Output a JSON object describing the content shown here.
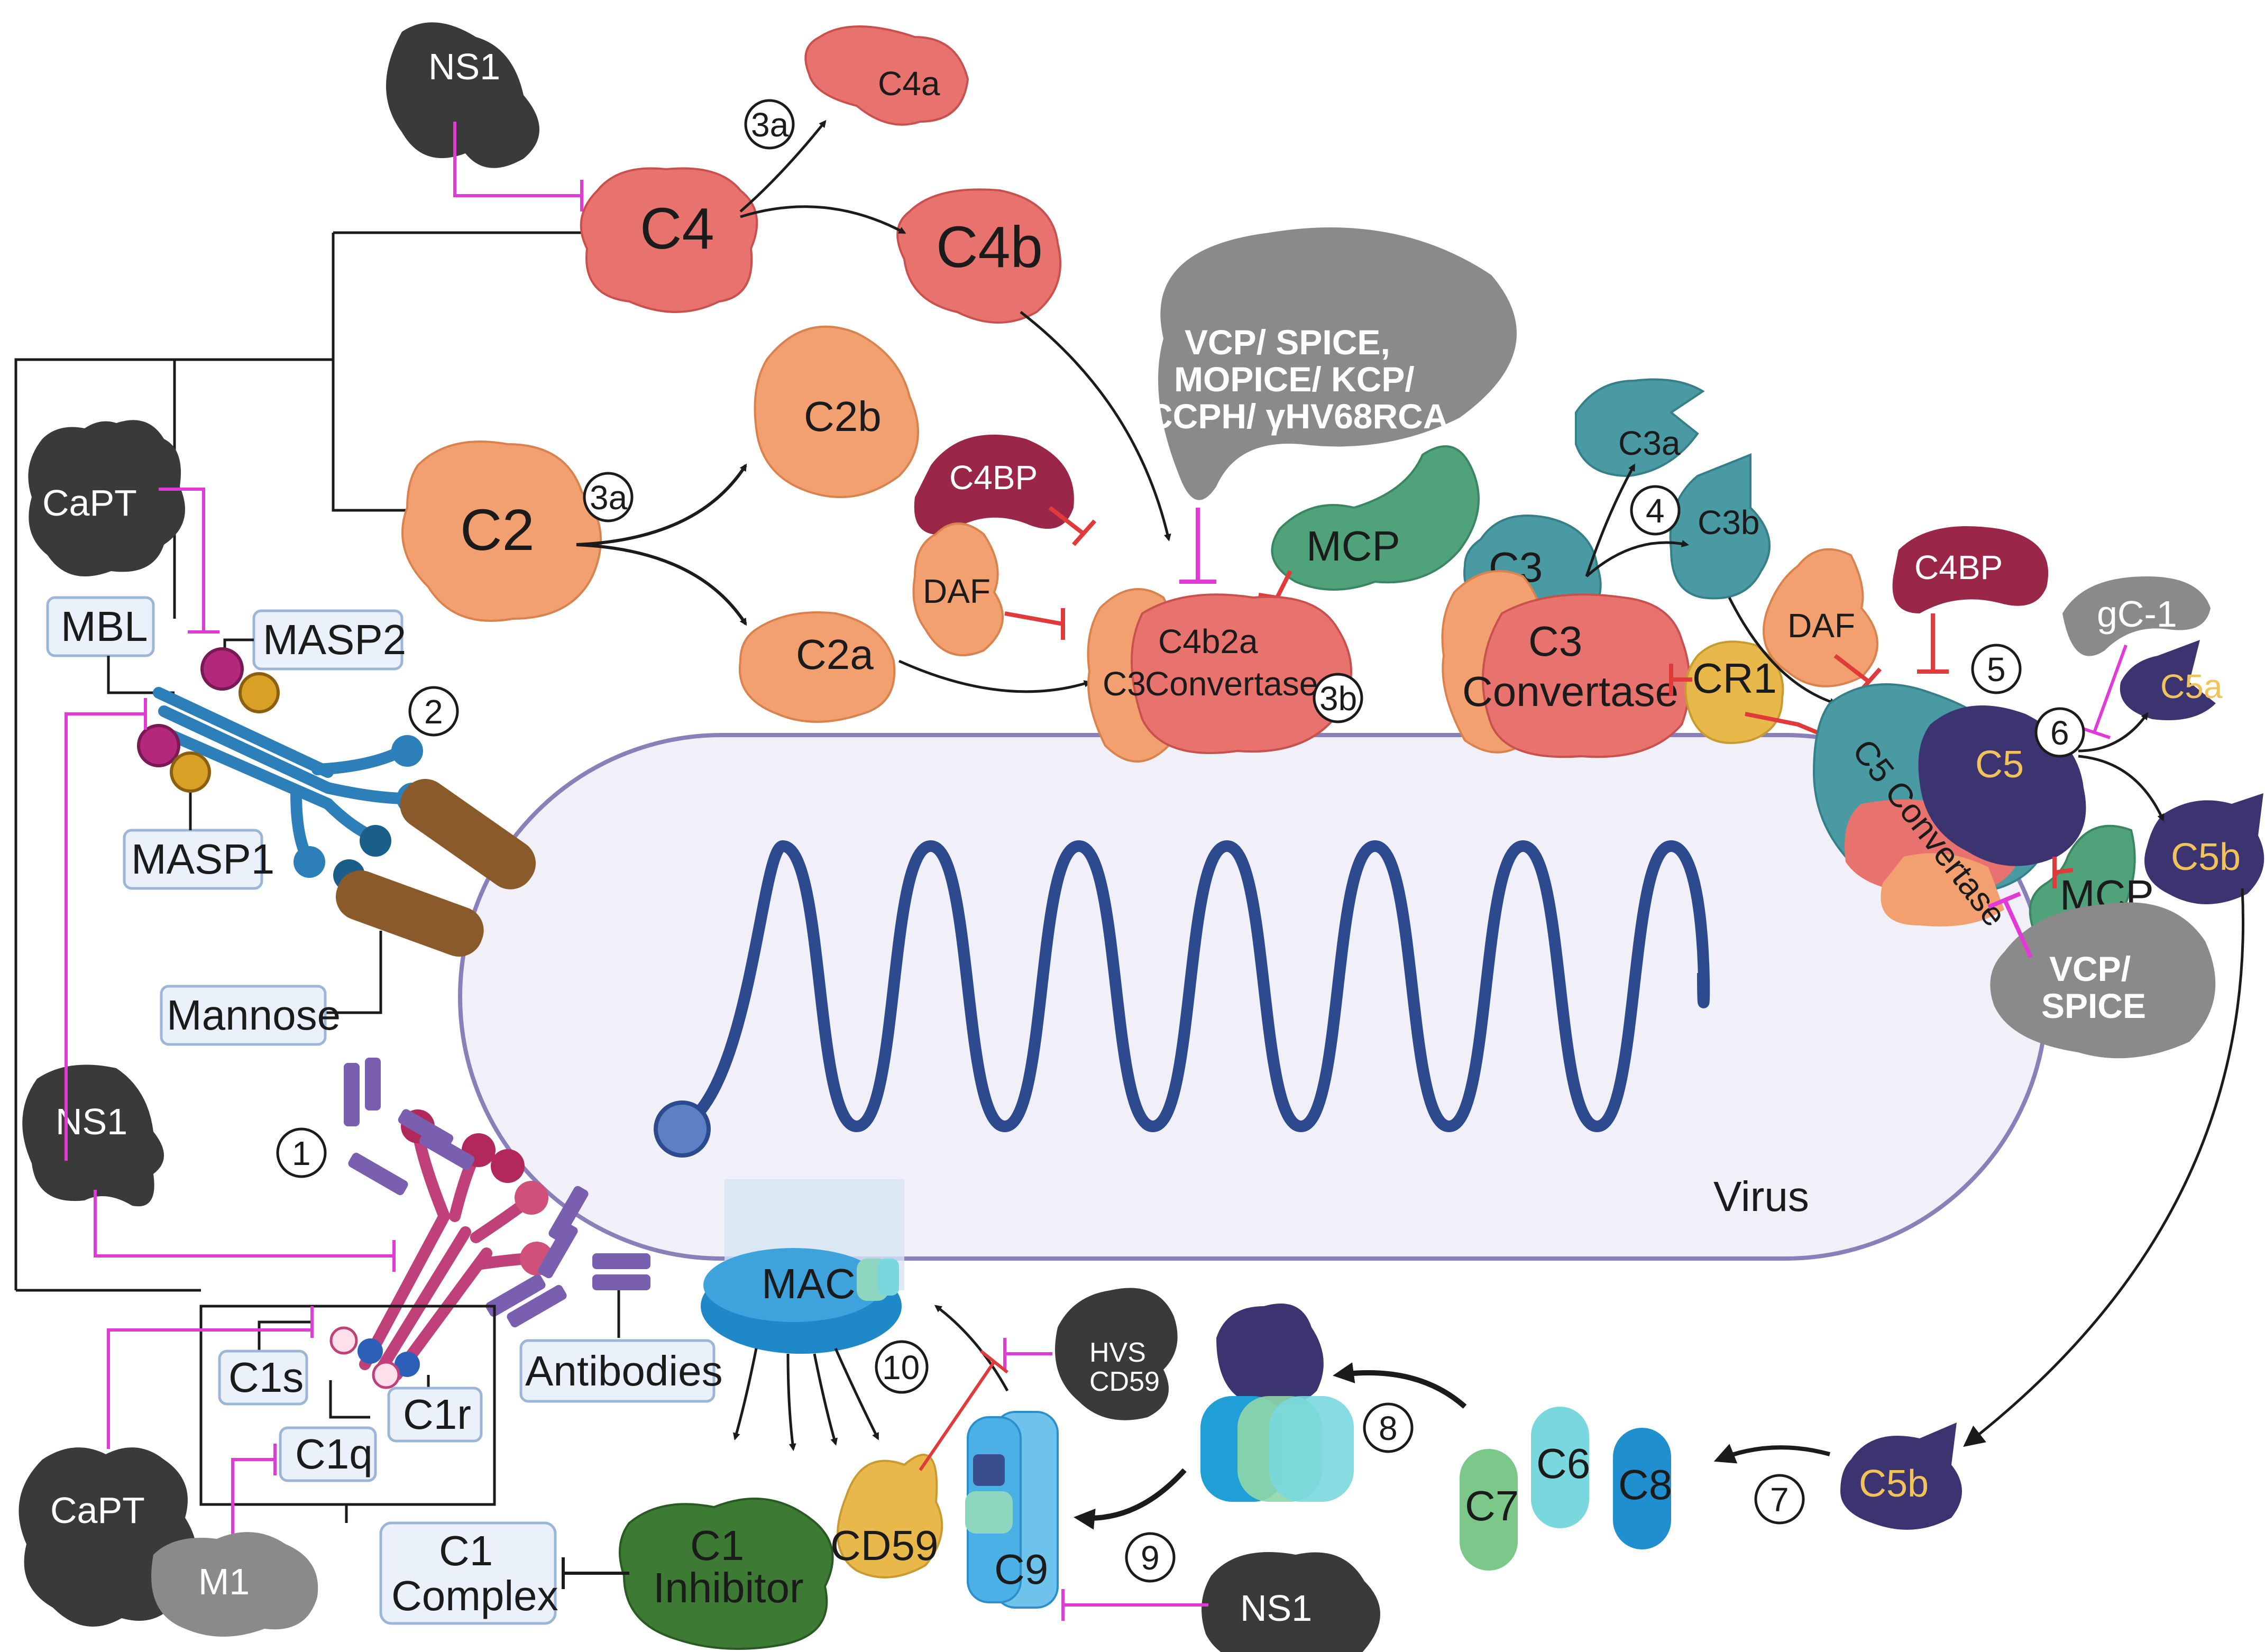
{
  "diagram": {
    "virus_label": "Virus",
    "proteins": {
      "ns1_top": "NS1",
      "c4": "C4",
      "c4a": "C4a",
      "c4b": "C4b",
      "c2": "C2",
      "c2b": "C2b",
      "c2a": "C2a",
      "c4bp_left": "C4BP",
      "daf_left": "DAF",
      "c4b2a_line1": "C4b2a",
      "c4b2a_c3": "C3",
      "c4b2a_line2": "Convertase",
      "vcp_cloud_line1": "VCP/ SPICE,",
      "vcp_cloud_line2": "MOPICE/ KCP/",
      "vcp_cloud_line3": "CCPH/ γHV68RCA",
      "mcp_top": "MCP",
      "c3a": "C3a",
      "c3b": "C3b",
      "c3": "C3",
      "c3_convertase_line1": "C3",
      "c3_convertase_line2": "Convertase",
      "cr1": "CR1",
      "daf_right": "DAF",
      "c4bp_right": "C4BP",
      "gc1": "gC-1",
      "c5a": "C5a",
      "c5": "C5",
      "c5_convertase": "C5 Convertase",
      "mcp_right": "MCP",
      "c5b_upper": "C5b",
      "vcp_right_line1": "VCP/",
      "vcp_right_line2": "SPICE",
      "capt_top": "CaPT",
      "mbl": "MBL",
      "masp2": "MASP2",
      "masp1": "MASP1",
      "mannose": "Mannose",
      "ns1_left": "NS1",
      "c1s": "C1s",
      "c1r": "C1r",
      "c1q": "C1q",
      "antibodies": "Antibodies",
      "capt_bottom": "CaPT",
      "m1": "M1",
      "c1_complex_line1": "C1",
      "c1_complex_line2": "Complex",
      "c1_inhibitor_line1": "C1",
      "c1_inhibitor_line2": "Inhibitor",
      "mac": "MAC",
      "hvs_cd59_line1": "HVS",
      "hvs_cd59_line2": "CD59",
      "cd59": "CD59",
      "c9": "C9",
      "ns1_bottom": "NS1",
      "c7": "C7",
      "c6": "C6",
      "c8": "C8",
      "c5b_lower": "C5b"
    },
    "steps": {
      "s1": "1",
      "s2": "2",
      "s3a_top": "3a",
      "s3a_mid": "3a",
      "s3b": "3b",
      "s4": "4",
      "s5": "5",
      "s6": "6",
      "s7": "7",
      "s8": "8",
      "s9": "9",
      "s10": "10"
    },
    "colors": {
      "virus_fill": "#f1eff8",
      "virus_stroke": "#8a7fb8",
      "helix": "#2e4a8f",
      "c4_family": "#e8736e",
      "c2_family": "#f2a070",
      "c3_teal": "#4a9aa3",
      "c5_navy": "#3b3470",
      "viral_black": "#3a3a3a",
      "inhibitor_gray": "#8a8a8a",
      "c4bp_maroon": "#9b2748",
      "mcp_green": "#4fa27a",
      "c1_inhibitor_green": "#3d7a34",
      "cd59_yellow": "#e8b84a",
      "magenta_inhibition": "#e23ad6",
      "red_inhibition": "#e03a3a",
      "mbl_blue": "#2c7fb8",
      "c1q_pink": "#c0407a",
      "mannose_brown": "#8b5a2b",
      "antibody_purple": "#7a5fb0"
    }
  }
}
